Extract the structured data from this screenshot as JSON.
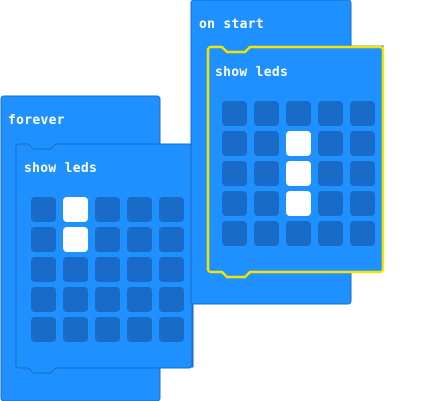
{
  "workspace": {
    "forever_block": {
      "label": "forever",
      "inner": {
        "label": "show leds",
        "leds": [
          [
            0,
            1,
            0,
            0,
            0
          ],
          [
            0,
            1,
            0,
            0,
            0
          ],
          [
            0,
            0,
            0,
            0,
            0
          ],
          [
            0,
            0,
            0,
            0,
            0
          ],
          [
            0,
            0,
            0,
            0,
            0
          ]
        ]
      }
    },
    "on_start_block": {
      "label": "on start",
      "inner": {
        "label": "show leds",
        "selected": true,
        "leds": [
          [
            0,
            0,
            0,
            0,
            0
          ],
          [
            0,
            0,
            1,
            0,
            0
          ],
          [
            0,
            0,
            1,
            0,
            0
          ],
          [
            0,
            0,
            1,
            0,
            0
          ],
          [
            0,
            0,
            0,
            0,
            0
          ]
        ]
      }
    }
  },
  "colors": {
    "block_fill": "#1e90ff",
    "block_stroke": "#1c6dc4",
    "led_off": "#1a6bc8",
    "led_on": "#ffffff",
    "selection": "#ffea00"
  }
}
